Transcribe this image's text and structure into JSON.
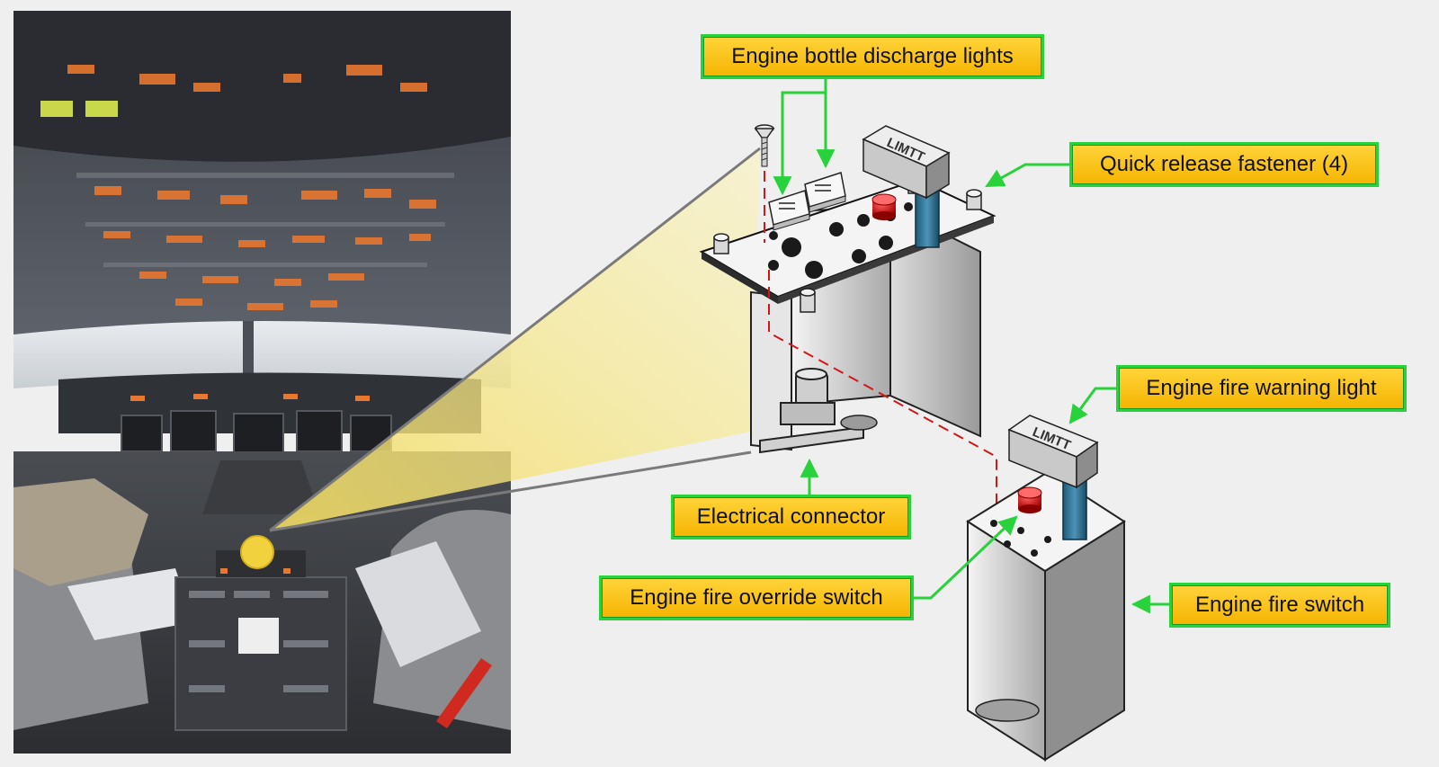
{
  "labels": {
    "discharge_lights": "Engine bottle discharge lights",
    "quick_release": "Quick release fastener (4)",
    "fire_warning_light": "Engine fire warning light",
    "electrical_connector": "Electrical connector",
    "override_switch": "Engine fire override switch",
    "fire_switch": "Engine fire switch"
  },
  "icons": {
    "handle_text": "LIMTT"
  },
  "colors": {
    "callout_fill": "#ffd43a",
    "callout_border": "#27d23a",
    "leader_line": "#27d23a",
    "wiring_dash": "#d01818",
    "zoom_cone": "#f5e27a"
  }
}
